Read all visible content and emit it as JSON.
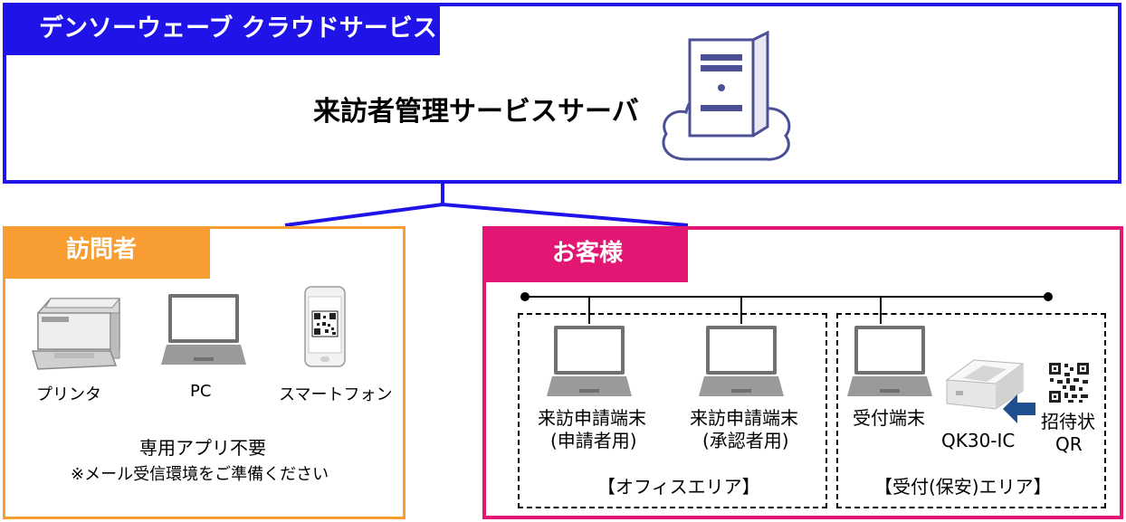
{
  "cloud": {
    "tab_label": "デンソーウェーブ クラウドサービス",
    "server_title": "来訪者管理サービスサーバ"
  },
  "visitor": {
    "tab_label": "訪問者",
    "devices": [
      "プリンタ",
      "PC",
      "スマートフォン"
    ],
    "note_line1": "専用アプリ不要",
    "note_line2": "※メール受信環境をご準備ください"
  },
  "client": {
    "tab_label": "お客様",
    "office": {
      "terminal1_line1": "来訪申請端末",
      "terminal1_line2": "(申請者用)",
      "terminal2_line1": "来訪申請端末",
      "terminal2_line2": "(承認者用)",
      "area_label": "【オフィスエリア】"
    },
    "reception": {
      "terminal_label": "受付端末",
      "reader_label": "QK30-IC",
      "qr_line1": "招待状",
      "qr_line2": "QR",
      "area_label": "【受付(保安)エリア】"
    }
  },
  "colors": {
    "cloud": "#1f13e8",
    "visitor": "#f79d32",
    "client": "#e21673",
    "server_icon": "#4b4f96"
  },
  "icons": [
    "server-icon",
    "cloud-icon",
    "printer-icon",
    "laptop-icon",
    "smartphone-icon",
    "qr-code-icon",
    "card-reader-icon",
    "arrow-left-icon"
  ]
}
